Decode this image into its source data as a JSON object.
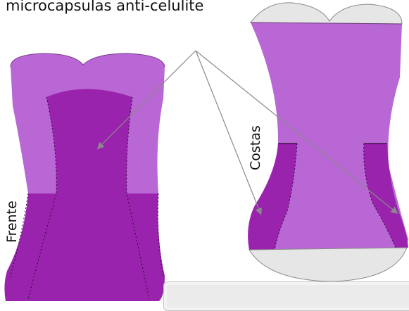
{
  "caption": "microcapsulas anti-celulite",
  "labels": {
    "front": "Frente",
    "back": "Costas"
  },
  "colors": {
    "light_purple": "#b867d4",
    "dark_purple": "#9a23ad",
    "cup_grey": "#e6e6e6",
    "arrow_grey": "#8a8a8a"
  }
}
